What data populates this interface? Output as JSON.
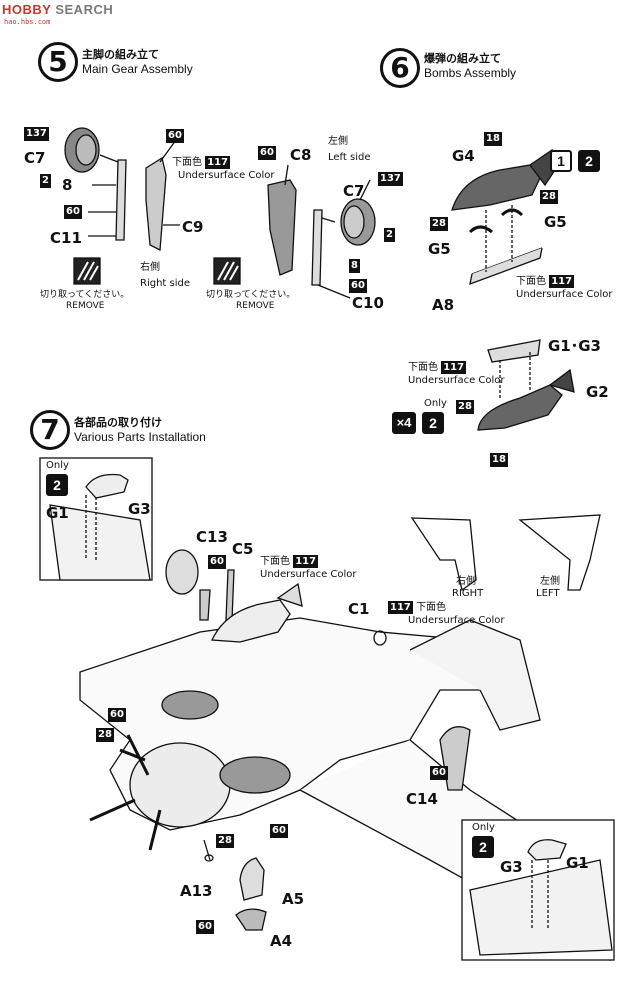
{
  "watermark": {
    "text_a": "HOBBY",
    "text_b": "SEARCH",
    "url": "hao.hbs.com"
  },
  "step5": {
    "number": "5",
    "title_jp": "主脚の組み立て",
    "title_en": "Main Gear Assembly"
  },
  "step6": {
    "number": "6",
    "title_jp": "爆弾の組み立て",
    "title_en": "Bombs Assembly"
  },
  "step7": {
    "number": "7",
    "title_jp": "各部品の取り付け",
    "title_en": "Various Parts Installation"
  },
  "common": {
    "undersurface_jp": "下面色",
    "undersurface_en": "Undersurface Color",
    "color_117": "117",
    "color_137": "137",
    "color_60": "60",
    "color_28": "28",
    "color_18": "18",
    "color_2": "2",
    "cut_jp": "切り取ってください。",
    "cut_en": "REMOVE",
    "right_jp": "右側",
    "right_en": "Right side",
    "left_jp": "左側",
    "left_en": "Left side",
    "right_caps": "RIGHT",
    "left_caps": "LEFT",
    "only": "Only",
    "times4": "×4"
  },
  "parts": {
    "c7": "C7",
    "c8": "C8",
    "c9": "C9",
    "c10": "C10",
    "c11": "C11",
    "c1": "C1",
    "c5": "C5",
    "c13": "C13",
    "c14": "C14",
    "g1": "G1",
    "g3": "G3",
    "g1g3": "G1･G3",
    "g2": "G2",
    "g4": "G4",
    "g5": "G5",
    "a4": "A4",
    "a5": "A5",
    "a8": "A8",
    "a13": "A13"
  },
  "options": {
    "opt1": "1",
    "opt2": "2"
  }
}
